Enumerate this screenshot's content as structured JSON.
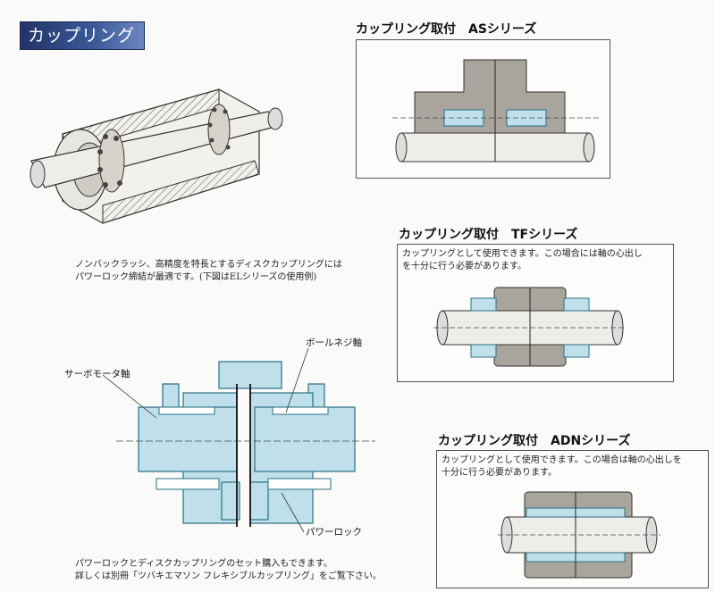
{
  "page_title": "カップリング",
  "sections": {
    "as": {
      "heading": "カップリング取付　ASシリーズ"
    },
    "tf": {
      "heading": "カップリング取付　TFシリーズ",
      "note_line1": "カップリングとして使用できます。この場合には軸の心出し",
      "note_line2": "を十分に行う必要があります。"
    },
    "adn": {
      "heading": "カップリング取付　ADNシリーズ",
      "note_line1": "カップリングとして使用できます。この場合は軸の心出しを",
      "note_line2": "十分に行う必要があります。"
    }
  },
  "intro": {
    "line1": "ノンバックラッシ、高精度を特長とするディスクカップリングには",
    "line2": "パワーロック締結が最適です。(下図はELシリーズの使用例)"
  },
  "diagram_labels": {
    "servo_shaft": "サーボモータ軸",
    "ball_screw": "ボールネジ軸",
    "power_lock": "パワーロック"
  },
  "footer": {
    "line1": "パワーロックとディスクカップリングのセット購入もできます。",
    "line2": "詳しくは別冊「ツバキエマソン フレキシブルカップリング」をご覧下さい。"
  },
  "colors": {
    "title_bg": "#2b4380",
    "steel_fill": "#a9a49c",
    "coupling_fill": "#bfe0ea",
    "coupling_stroke": "#2a6f86"
  }
}
